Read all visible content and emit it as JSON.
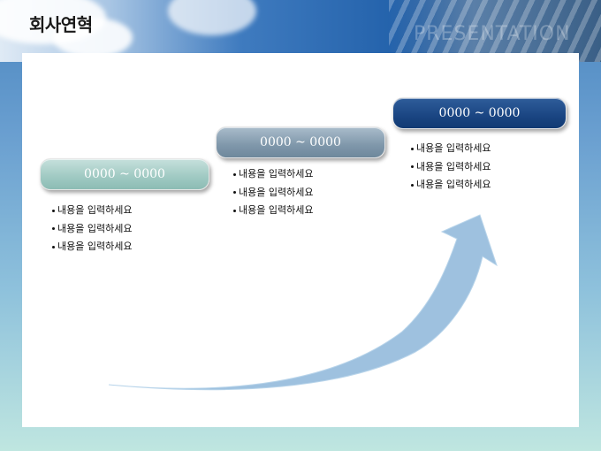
{
  "header": {
    "title": "회사연혁",
    "watermark": "PRESENTATION"
  },
  "timeline": {
    "steps": [
      {
        "label": "0000 ~ 0000",
        "items": [
          "내용을 입력하세요",
          "내용을 입력하세요",
          "내용을 입력하세요"
        ],
        "color": "#9fc9c2"
      },
      {
        "label": "0000 ~ 0000",
        "items": [
          "내용을 입력하세요",
          "내용을 입력하세요",
          "내용을 입력하세요"
        ],
        "color": "#7f97aa"
      },
      {
        "label": "0000 ~ 0000",
        "items": [
          "내용을 입력하세요",
          "내용을 입력하세요",
          "내용을 입력하세요"
        ],
        "color": "#1a4582"
      }
    ]
  },
  "colors": {
    "arrow": "#9ec1df",
    "header_dark": "#17498a"
  },
  "icons": {
    "bullet": "bullet-dot-icon",
    "growth_arrow": "growth-arrow-icon"
  }
}
